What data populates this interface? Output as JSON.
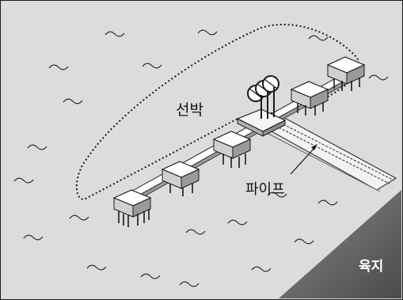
{
  "labels": {
    "ship": "선박",
    "pipe": "파이프",
    "land": "육지"
  },
  "colors": {
    "sea": "#dcdcdc",
    "land": "#6b6b6b",
    "platform_top": "#ffffff",
    "platform_side": "#bdbdbd",
    "outline": "#1a1a1a"
  },
  "icons": {
    "wave": "wave-icon",
    "loading_arm": "loading-arm-icon"
  }
}
